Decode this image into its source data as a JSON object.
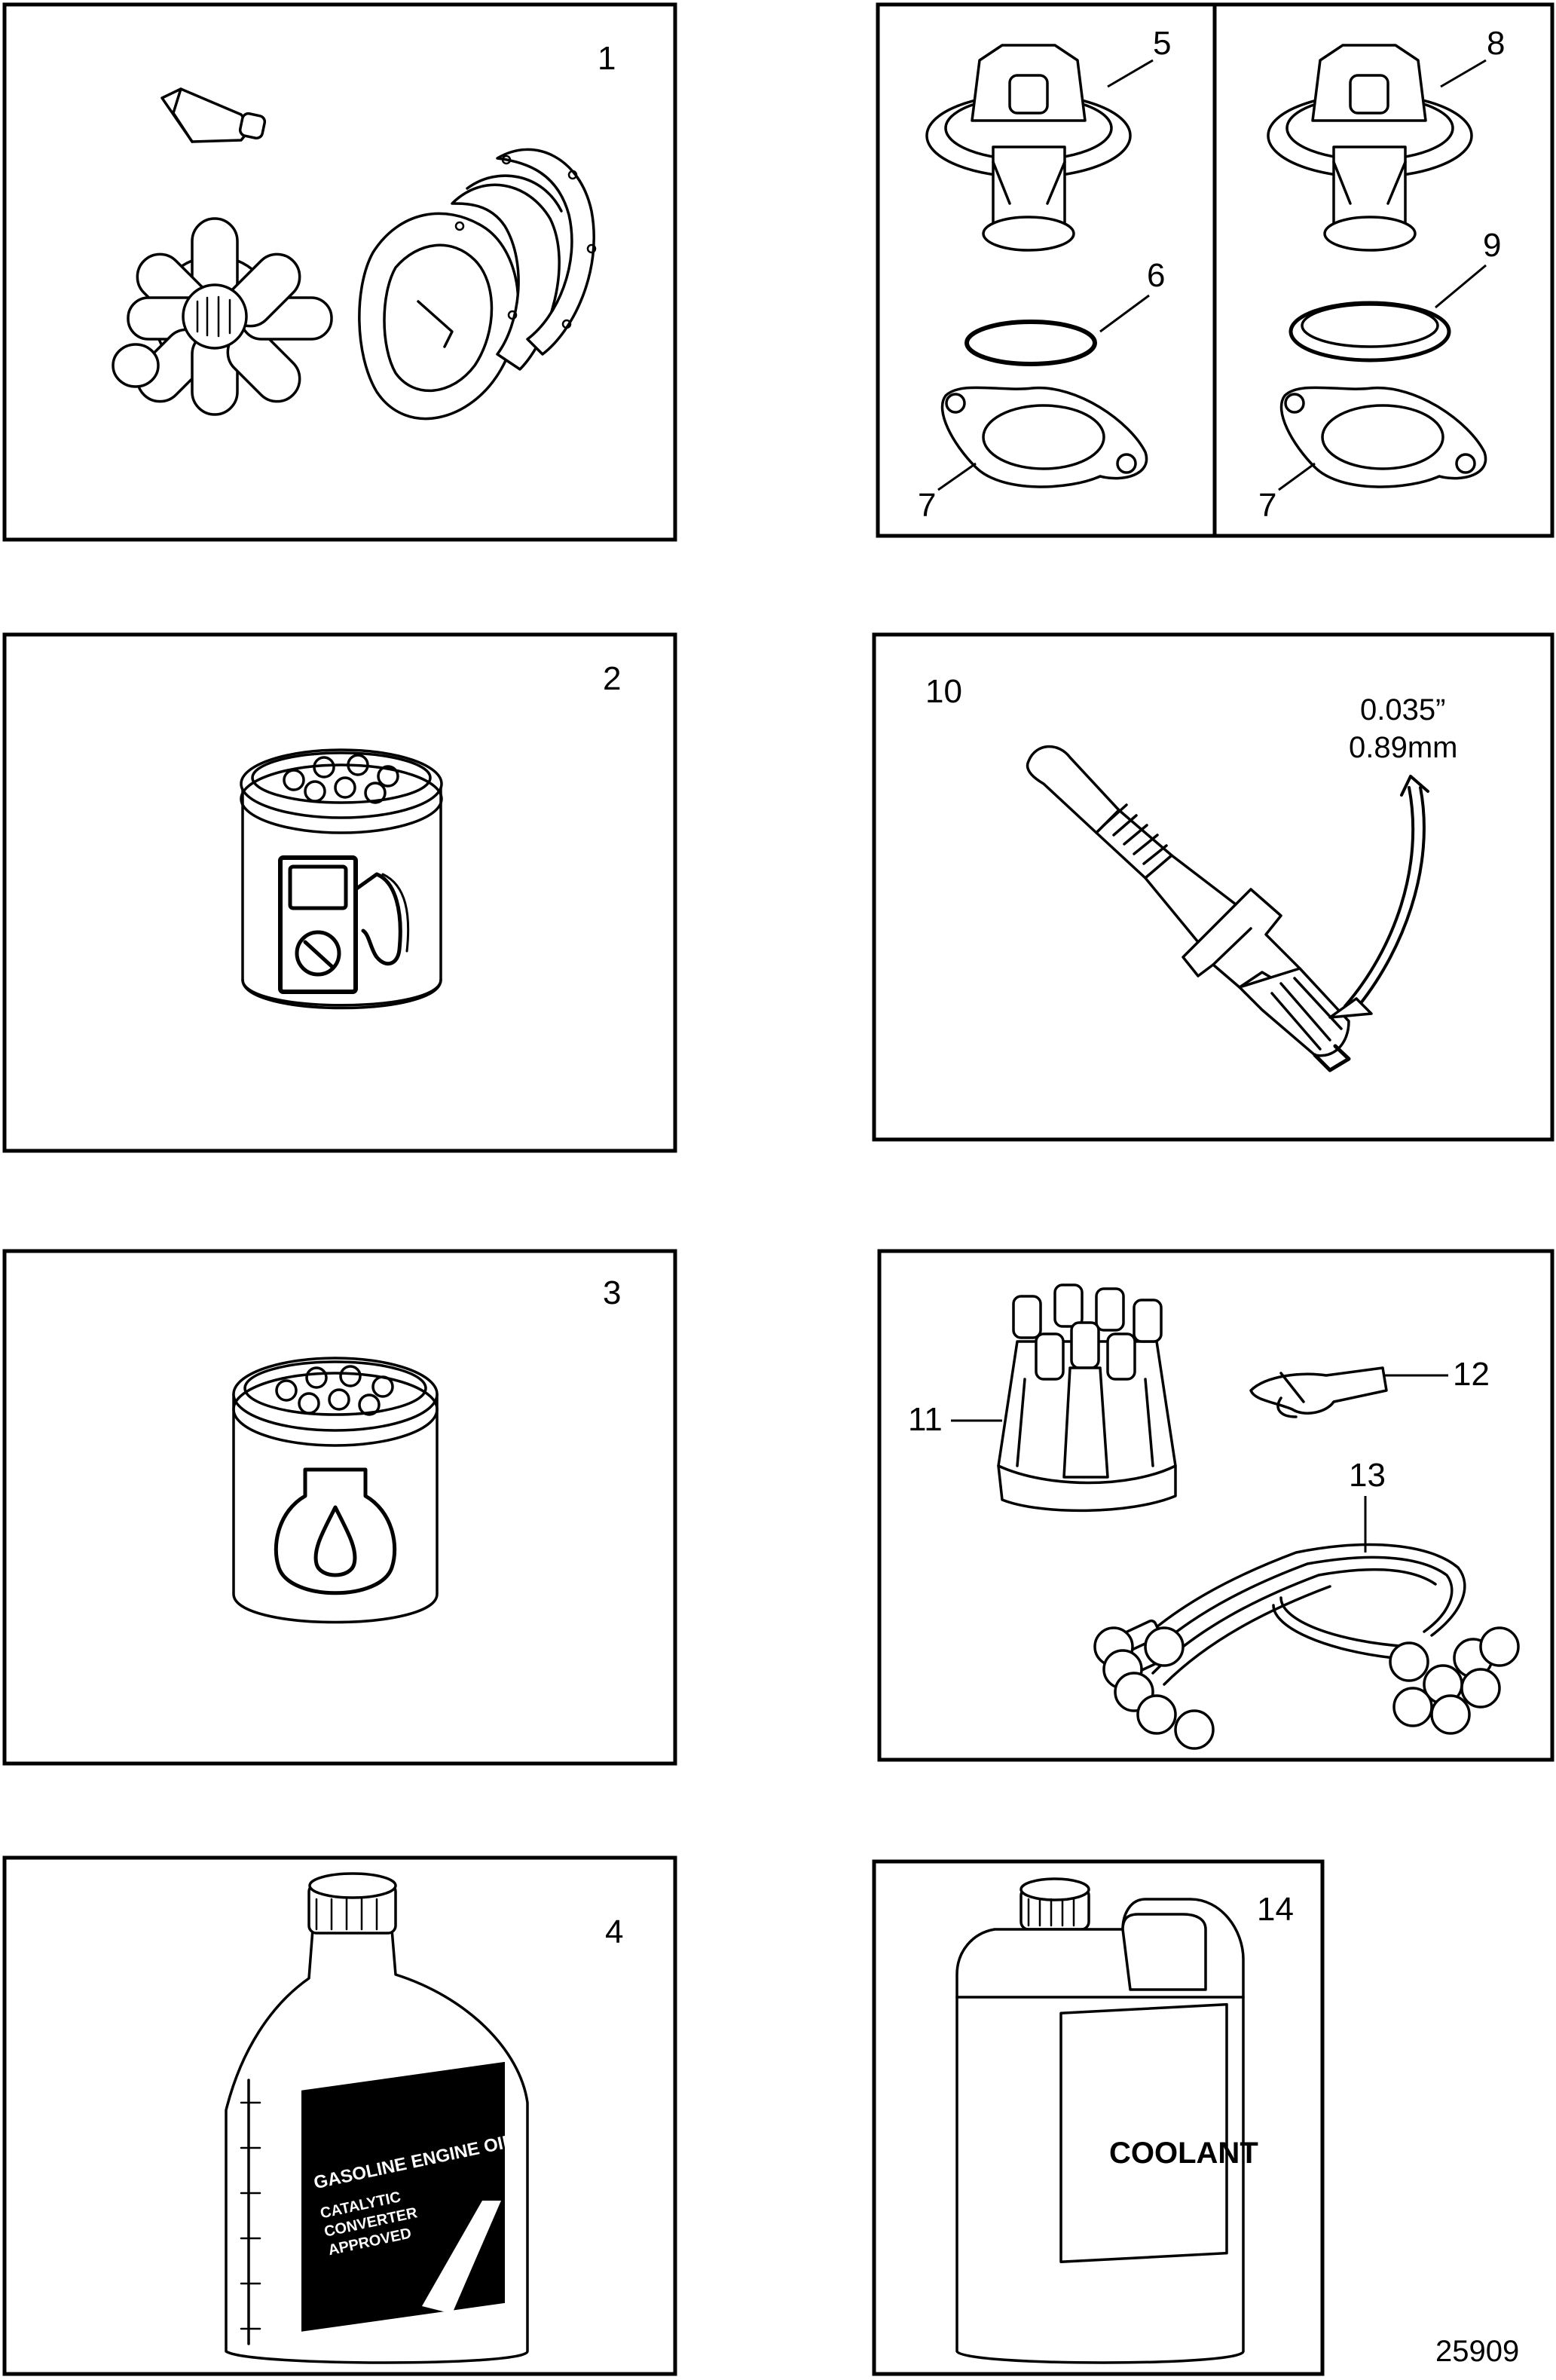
{
  "callouts": {
    "c1": "1",
    "c2": "2",
    "c3": "3",
    "c4": "4",
    "c5": "5",
    "c6": "6",
    "c7a": "7",
    "c7b": "7",
    "c8": "8",
    "c9": "9",
    "c10": "10",
    "c11": "11",
    "c12": "12",
    "c13": "13",
    "c14": "14"
  },
  "spark_gap": {
    "inch": "0.035”",
    "mm": "0.89mm"
  },
  "oil_bottle": {
    "line1": "GASOLINE ENGINE OIL",
    "line2": "CATALYTIC",
    "line3": "CONVERTER",
    "line4": "APPROVED"
  },
  "coolant_label": "COOLANT",
  "figure_number": "25909"
}
